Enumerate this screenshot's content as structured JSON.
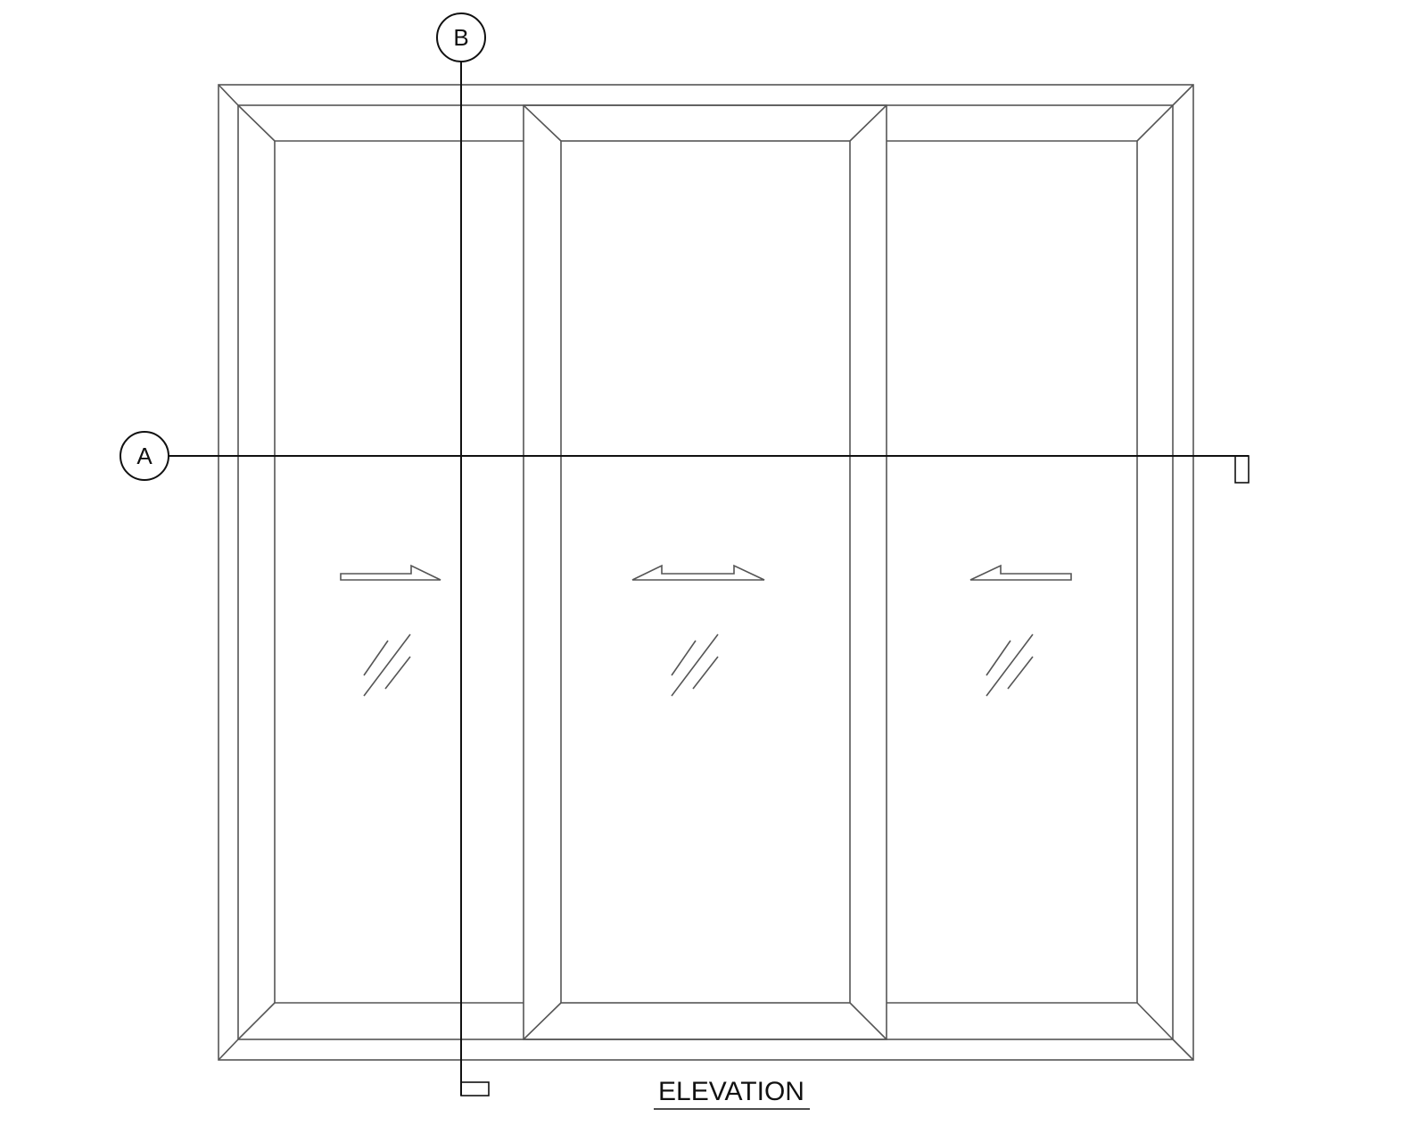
{
  "drawing": {
    "title": "ELEVATION",
    "section_markers": [
      {
        "label": "A",
        "orientation": "horizontal"
      },
      {
        "label": "B",
        "orientation": "vertical"
      }
    ],
    "panels": [
      {
        "name": "left",
        "slide_direction": "right"
      },
      {
        "name": "center",
        "slide_direction": "both"
      },
      {
        "name": "right",
        "slide_direction": "left"
      }
    ],
    "colors": {
      "line": "#555555",
      "section_line": "#111111"
    }
  }
}
